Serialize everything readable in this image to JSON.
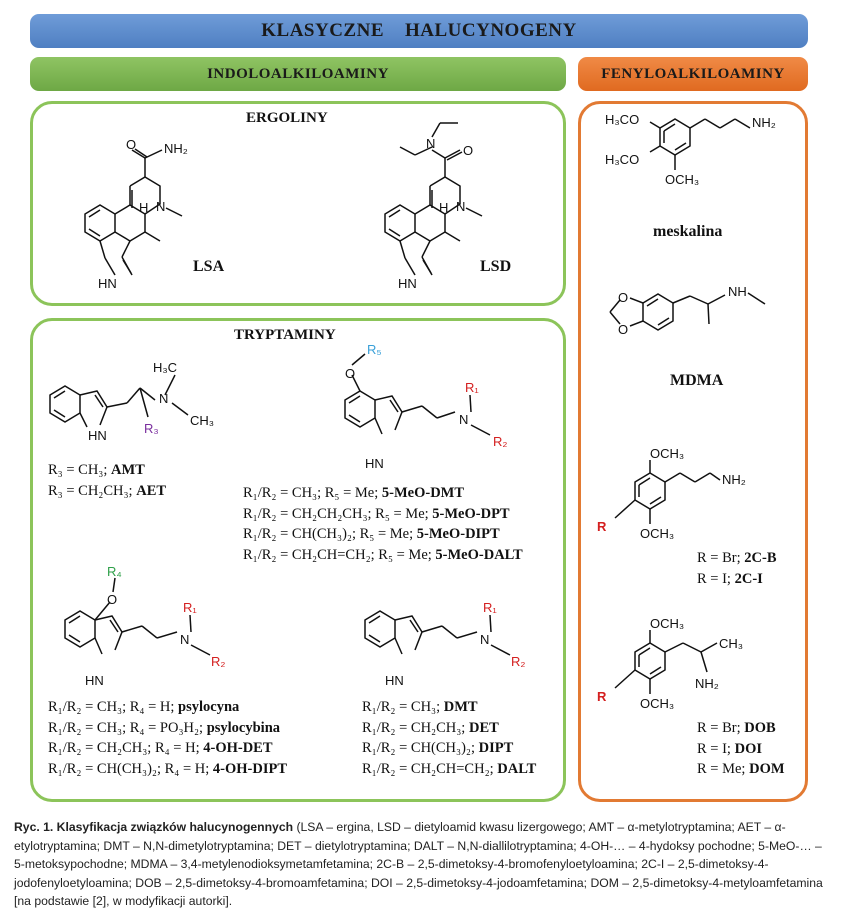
{
  "header": {
    "main_title": "KLASYCZNE    HALUCYNOGENY",
    "indole_title": "INDOLOALKILOAMINY",
    "phenyl_title": "FENYLOALKILOAMINY"
  },
  "ergoline": {
    "title": "ERGOLINY",
    "lsa_name": "LSA",
    "lsd_name": "LSD"
  },
  "tryptamine": {
    "title": "TRYPTAMINY",
    "amt_lines": [
      {
        "text": "R₃ = CH₃; ",
        "bold": "AMT"
      },
      {
        "text": "R₃ = CH₂CH₃; ",
        "bold": "AET"
      }
    ],
    "meo_lines": [
      {
        "text": "R₁/R₂ = CH₃; R₅ = Me; ",
        "bold": "5-MeO-DMT"
      },
      {
        "text": "R₁/R₂ = CH₂CH₂CH₃; R₅ = Me; ",
        "bold": "5-MeO-DPT"
      },
      {
        "text": "R₁/R₂ = CH(CH₃)₂; R₅ = Me; ",
        "bold": "5-MeO-DIPT"
      },
      {
        "text": "R₁/R₂ = CH₂CH=CH₂; R₅ = Me; ",
        "bold": "5-MeO-DALT"
      }
    ],
    "psilo_lines": [
      {
        "text": "R₁/R₂ = CH₃; R₄ = H; ",
        "bold": "psylocyna"
      },
      {
        "text": "R₁/R₂ = CH₃; R₄ = PO₃H₂; ",
        "bold": "psylocybina"
      },
      {
        "text": "R₁/R₂ = CH₂CH₃; R₄ = H; ",
        "bold": "4-OH-DET"
      },
      {
        "text": "R₁/R₂ = CH(CH₃)₂; R₄ = H; ",
        "bold": "4-OH-DIPT"
      }
    ],
    "dmt_lines": [
      {
        "text": "R₁/R₂ = CH₃; ",
        "bold": "DMT"
      },
      {
        "text": "R₁/R₂ = CH₂CH₃; ",
        "bold": "DET"
      },
      {
        "text": "R₁/R₂ = CH(CH₃)₂; ",
        "bold": "DIPT"
      },
      {
        "text": "R₁/R₂ = CH₂CH=CH₂; ",
        "bold": "DALT"
      }
    ]
  },
  "phenyl": {
    "mescaline_name": "meskalina",
    "mdma_name": "MDMA",
    "twoc_lines": [
      {
        "text": "R = Br; ",
        "bold": "2C-B"
      },
      {
        "text": "R = I; ",
        "bold": "2C-I"
      }
    ],
    "dob_lines": [
      {
        "text": "R = Br; ",
        "bold": "DOB"
      },
      {
        "text": "R = I; ",
        "bold": "DOI"
      },
      {
        "text": "R = Me; ",
        "bold": "DOM"
      }
    ]
  },
  "atom_labels": {
    "nh2": "NH₂",
    "o": "O",
    "n": "N",
    "h": "H",
    "hn": "HN",
    "nh": "NH",
    "h3c": "H₃C",
    "ch3": "CH₃",
    "h3co": "H₃CO",
    "och3": "OCH₃",
    "r1": "R₁",
    "r2": "R₂",
    "r3": "R₃",
    "r4": "R₄",
    "r5": "R₅",
    "r": "R"
  },
  "caption": {
    "bold": "Ryc. 1. Klasyfikacja związków halucynogennych",
    "text": " (LSA – ergina, LSD – dietyloamid kwasu lizergowego; AMT – α-metylotryptamina; AET – α-etylotryptamina; DMT – N,N-dimetylotryptamina; DET – dietylotryptamina; DALT – N,N-diallilotryptamina; 4-OH-… – 4-hydoksy pochodne; 5-MeO-… – 5-metoksypochodne; MDMA – 3,4-metylenodioksymetamfetamina; 2C-B – 2,5-dimetoksy-4-bromofenyloetyloamina; 2C-I – 2,5-dimetoksy-4-jodofenyloetyloamina; DOB – 2,5-dimetoksy-4-bromoamfetamina; DOI – 2,5-dimetoksy-4-jodoamfetamina; DOM – 2,5-dimetoksy-4-metyloamfetamina [na podstawie [2], w modyfikacji autorki]."
  }
}
